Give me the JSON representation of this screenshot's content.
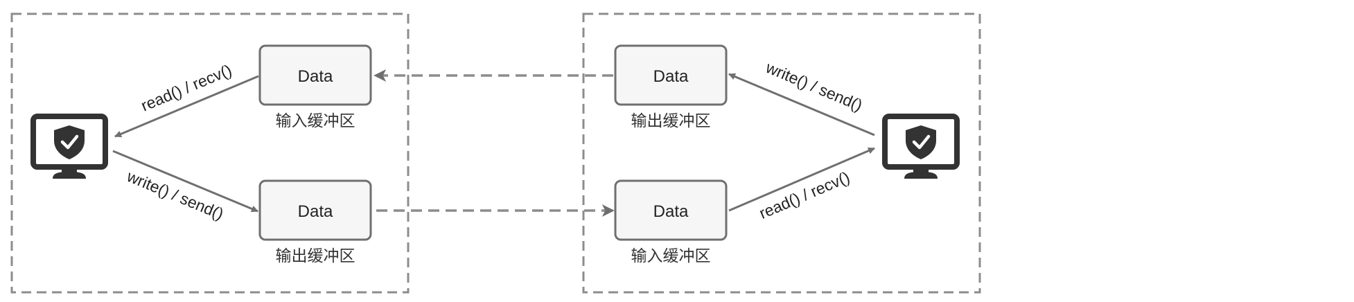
{
  "diagram": {
    "left_group": {
      "input_buffer": {
        "box_text": "Data",
        "caption": "输入缓冲区"
      },
      "output_buffer": {
        "box_text": "Data",
        "caption": "输出缓冲区"
      },
      "read_label": "read() / recv()",
      "write_label": "write() / send()",
      "computer_icon": "monitor-shield-icon"
    },
    "right_group": {
      "output_buffer": {
        "box_text": "Data",
        "caption": "输出缓冲区"
      },
      "input_buffer": {
        "box_text": "Data",
        "caption": "输入缓冲区"
      },
      "write_label": "write() / send()",
      "read_label": "read() / recv()",
      "computer_icon": "monitor-shield-icon"
    },
    "colors": {
      "border": "#8c8c8c",
      "arrow": "#6f6f6f",
      "box_fill": "#f6f6f6",
      "box_stroke": "#6f6f6f",
      "icon": "#333333"
    }
  }
}
